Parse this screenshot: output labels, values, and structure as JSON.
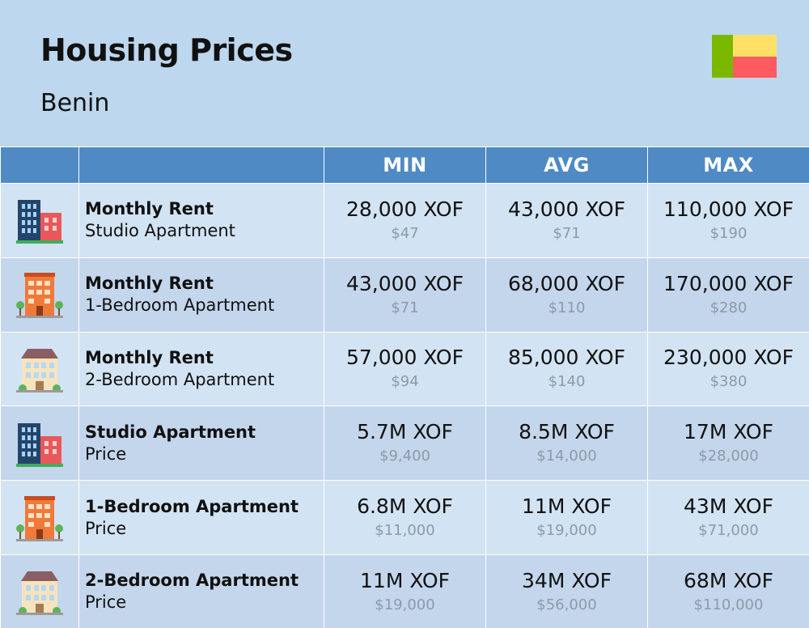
{
  "header": {
    "title": "Housing Prices",
    "country": "Benin",
    "flag_colors": {
      "green": "#7ab800",
      "yellow": "#ffe066",
      "red": "#ff5a5f"
    }
  },
  "table": {
    "columns": [
      "",
      "",
      "MIN",
      "AVG",
      "MAX"
    ],
    "rows": [
      {
        "icon": "highrise-building-icon",
        "label": "Monthly Rent",
        "sublabel": "Studio Apartment",
        "min": {
          "local": "28,000 XOF",
          "usd": "$47"
        },
        "avg": {
          "local": "43,000 XOF",
          "usd": "$71"
        },
        "max": {
          "local": "110,000 XOF",
          "usd": "$190"
        }
      },
      {
        "icon": "apartment-building-icon",
        "label": "Monthly Rent",
        "sublabel": "1-Bedroom Apartment",
        "min": {
          "local": "43,000 XOF",
          "usd": "$71"
        },
        "avg": {
          "local": "68,000 XOF",
          "usd": "$110"
        },
        "max": {
          "local": "170,000 XOF",
          "usd": "$280"
        }
      },
      {
        "icon": "house-building-icon",
        "label": "Monthly Rent",
        "sublabel": "2-Bedroom Apartment",
        "min": {
          "local": "57,000 XOF",
          "usd": "$94"
        },
        "avg": {
          "local": "85,000 XOF",
          "usd": "$140"
        },
        "max": {
          "local": "230,000 XOF",
          "usd": "$380"
        }
      },
      {
        "icon": "highrise-building-icon",
        "label": "Studio Apartment",
        "sublabel": "Price",
        "min": {
          "local": "5.7M XOF",
          "usd": "$9,400"
        },
        "avg": {
          "local": "8.5M XOF",
          "usd": "$14,000"
        },
        "max": {
          "local": "17M XOF",
          "usd": "$28,000"
        }
      },
      {
        "icon": "apartment-building-icon",
        "label": "1-Bedroom Apartment",
        "sublabel": "Price",
        "min": {
          "local": "6.8M XOF",
          "usd": "$11,000"
        },
        "avg": {
          "local": "11M XOF",
          "usd": "$19,000"
        },
        "max": {
          "local": "43M XOF",
          "usd": "$71,000"
        }
      },
      {
        "icon": "house-building-icon",
        "label": "2-Bedroom Apartment",
        "sublabel": "Price",
        "min": {
          "local": "11M XOF",
          "usd": "$19,000"
        },
        "avg": {
          "local": "34M XOF",
          "usd": "$56,000"
        },
        "max": {
          "local": "68M XOF",
          "usd": "$110,000"
        }
      }
    ]
  }
}
